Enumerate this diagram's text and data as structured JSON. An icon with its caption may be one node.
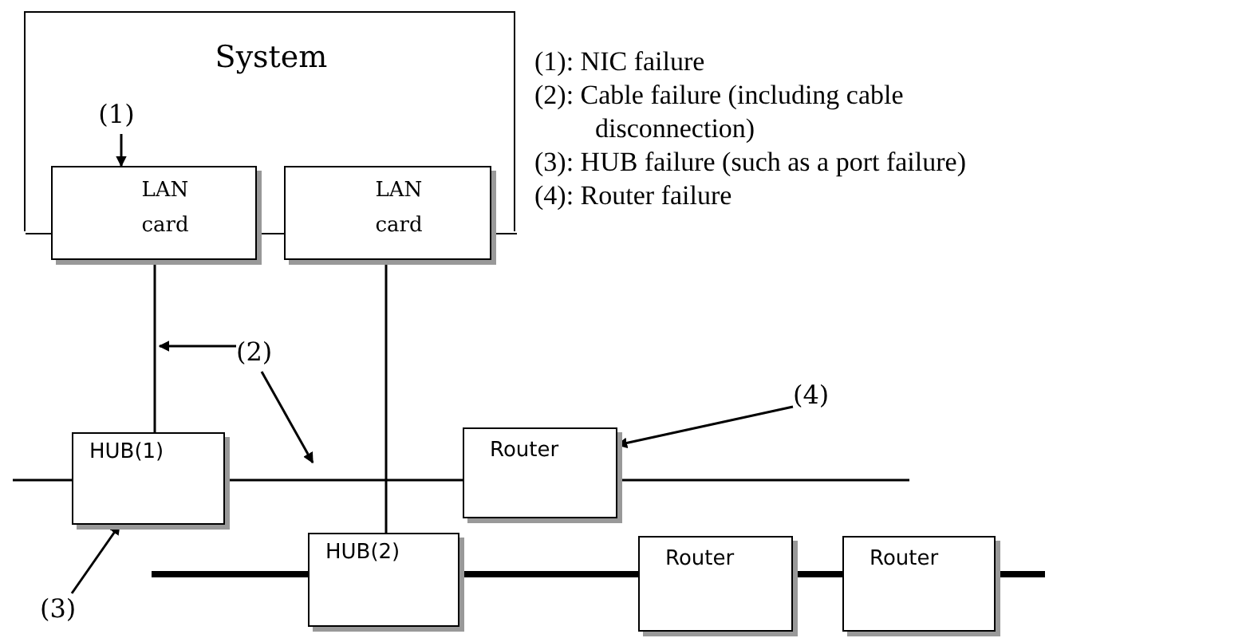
{
  "diagram": {
    "nodes": [
      {
        "text": [
          "System"
        ]
      },
      {
        "text": [
          "LAN card"
        ],
        "in": 0
      },
      {
        "text": [
          "LAN card"
        ],
        "in": 0
      },
      {
        "text": [
          "HUB(1)"
        ]
      },
      {
        "text": [
          "Router"
        ]
      },
      {
        "text": [
          "HUB(2)"
        ]
      },
      {
        "text": [
          "Router"
        ]
      },
      {
        "text": [
          "Router"
        ]
      },
      {
        "text": [
          "(1)"
        ],
        "in": 0
      },
      {
        "text": [
          "(2)"
        ]
      },
      {
        "text": [
          "(3)"
        ]
      },
      {
        "text": [
          "(4)"
        ]
      }
    ],
    "edges": [
      {
        "from": 8,
        "to": 1,
        "arrow": "to"
      },
      {
        "from": 9,
        "to": null,
        "arrow": "to"
      },
      {
        "from": 9,
        "to": null,
        "arrow": "to"
      },
      {
        "from": 10,
        "to": 3,
        "arrow": "to"
      },
      {
        "from": 11,
        "to": 4,
        "arrow": "to"
      },
      {
        "from": 1,
        "to": 3,
        "arrow": "none"
      },
      {
        "from": 2,
        "to": 5,
        "arrow": "none"
      },
      {
        "from": null,
        "to": 3,
        "arrow": "none"
      },
      {
        "from": 3,
        "to": 4,
        "arrow": "none"
      },
      {
        "from": 4,
        "to": null,
        "arrow": "none"
      },
      {
        "from": null,
        "to": 5,
        "arrow": "none",
        "style": "thick"
      },
      {
        "from": 5,
        "to": 6,
        "arrow": "none",
        "style": "thick"
      },
      {
        "from": 6,
        "to": 7,
        "arrow": "none",
        "style": "thick"
      },
      {
        "from": 7,
        "to": null,
        "arrow": "none",
        "style": "thick"
      }
    ],
    "labels": [
      "(1): NIC failure",
      "(2): Cable failure (including cable disconnection)",
      "(3): HUB failure (such as a port failure)",
      "(4): Router failure"
    ]
  }
}
